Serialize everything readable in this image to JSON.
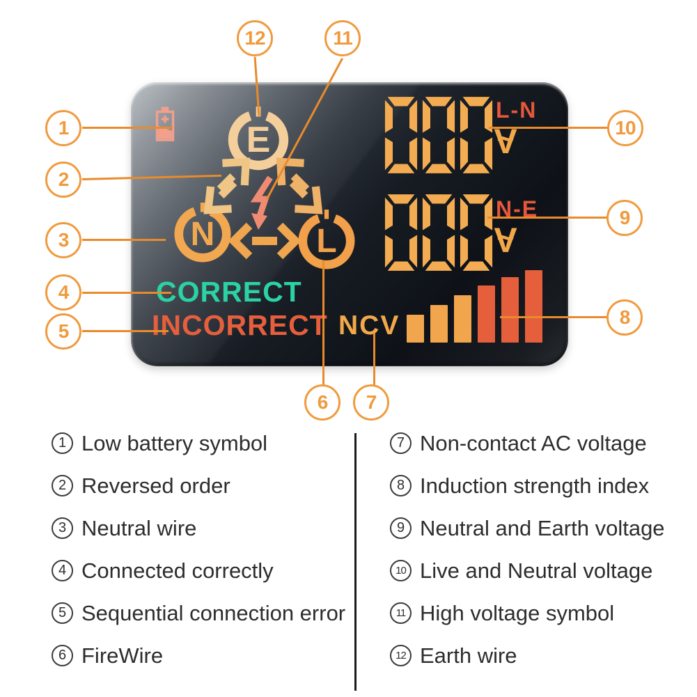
{
  "lcd": {
    "battery_icon": "low-battery-icon",
    "symbols": {
      "earth": "E",
      "neutral": "N",
      "live": "L"
    },
    "display1": {
      "value": "000",
      "label": "L-N",
      "unit_tilde": "~",
      "unit": "V"
    },
    "display2": {
      "value": "000",
      "label": "N-E",
      "unit_tilde": "~",
      "unit": "V"
    },
    "status_correct": "CORRECT",
    "status_incorrect": "INCORRECT",
    "ncv_label": "NCV",
    "signal_bars": {
      "count": 6,
      "heights": [
        40,
        54,
        68,
        82,
        94,
        104
      ],
      "colors": [
        "#F1A64D",
        "#F1A64D",
        "#F1A64D",
        "#E55F3C",
        "#E55F3C",
        "#E55F3C"
      ]
    }
  },
  "callouts": [
    {
      "num": "1"
    },
    {
      "num": "2"
    },
    {
      "num": "3"
    },
    {
      "num": "4"
    },
    {
      "num": "5"
    },
    {
      "num": "6"
    },
    {
      "num": "7"
    },
    {
      "num": "8"
    },
    {
      "num": "9"
    },
    {
      "num": "10"
    },
    {
      "num": "11"
    },
    {
      "num": "12"
    }
  ],
  "legend": {
    "left": [
      {
        "num": "1",
        "label": "Low battery symbol"
      },
      {
        "num": "2",
        "label": "Reversed order"
      },
      {
        "num": "3",
        "label": "Neutral wire"
      },
      {
        "num": "4",
        "label": "Connected correctly"
      },
      {
        "num": "5",
        "label": "Sequential connection error"
      },
      {
        "num": "6",
        "label": "FireWire"
      }
    ],
    "right": [
      {
        "num": "7",
        "label": "Non-contact AC voltage"
      },
      {
        "num": "8",
        "label": "Induction strength index"
      },
      {
        "num": "9",
        "label": "Neutral and Earth voltage"
      },
      {
        "num": "10",
        "label": "Live and Neutral voltage"
      },
      {
        "num": "11",
        "label": "High voltage symbol"
      },
      {
        "num": "12",
        "label": "Earth wire"
      }
    ]
  },
  "colors": {
    "callout_orange": "#F09A3E",
    "leader_orange": "#E98B2C",
    "lcd_amber": "#F2A848",
    "lcd_cream": "#F5CF9B",
    "lcd_red_label": "#E6573C",
    "status_correct_teal": "#2BD3A2",
    "status_incorrect_red": "#E65F3D",
    "battery_salmon": "#F0A08C",
    "bolt_salmon": "#EF8B73"
  }
}
